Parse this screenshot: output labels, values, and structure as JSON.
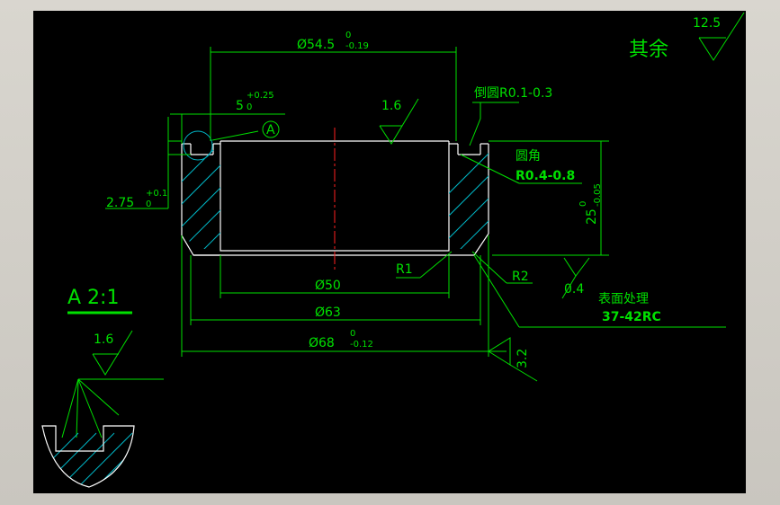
{
  "drawing": {
    "dim_top_dia": "Ø54.5",
    "dim_top_dia_upper": "0",
    "dim_top_dia_lower": "-0.19",
    "dim_5": "5",
    "dim_5_upper": "+0.25",
    "dim_5_lower": "0",
    "datum_a": "A",
    "dim_275": "2.75",
    "dim_275_upper": "+0.1",
    "dim_275_lower": "0",
    "rough_16_top": "1.6",
    "chamfer_note": "倒圆R0.1-0.3",
    "fillet_label": "圆角",
    "fillet_value": "R0.4-0.8",
    "dim_25": "25",
    "dim_25_upper": "0",
    "dim_25_lower": "-0.05",
    "r1": "R1",
    "r2": "R2",
    "rough_04": "0.4",
    "surface_treat": "表面处理",
    "hardness": "37-42RC",
    "dim_50": "Ø50",
    "dim_63": "Ø63",
    "dim_68": "Ø68",
    "dim_68_upper": "0",
    "dim_68_lower": "-0.12",
    "rough_32": "3.2",
    "detail_label": "A 2:1",
    "rough_16_detail": "1.6",
    "rest_label": "其余",
    "rest_rough": "12.5"
  }
}
